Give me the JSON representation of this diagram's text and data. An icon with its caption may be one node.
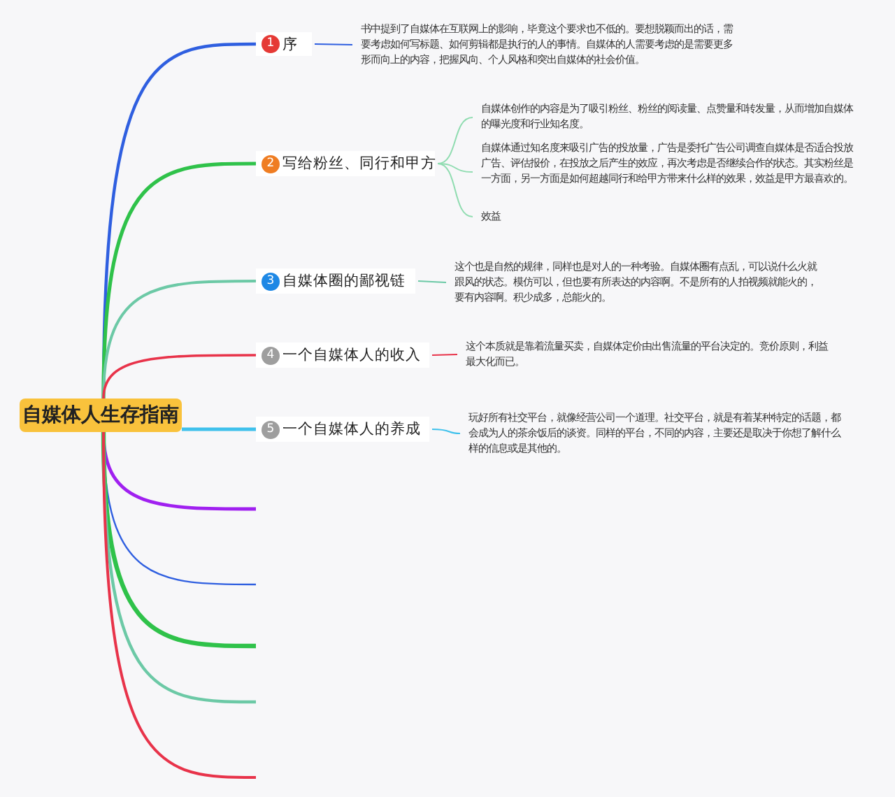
{
  "diagram": {
    "nodes": [
      {
        "text": [
          "自媒体人生存指南"
        ]
      },
      {
        "text": [
          "1",
          "序"
        ]
      },
      {
        "text": [
          "2",
          "写给粉丝、同行和甲方"
        ]
      },
      {
        "text": [
          "3",
          "自媒体圈的鄙视链"
        ]
      },
      {
        "text": [
          "4",
          "一个自媒体人的收入"
        ]
      },
      {
        "text": [
          "5",
          "一个自媒体人的养成"
        ]
      },
      {
        "text": [
          "书中提到了自媒体在互联网上的影响，毕竟这个要求也不低的。要想脱颖而出的话，需要考虑如何写标题、如何剪辑都是执行的人的事情。自媒体的人需要考虑的是需要更多形而向上的内容，把握风向、个人风格和突出自媒体的社会价值。"
        ]
      },
      {
        "text": [
          "自媒体创作的内容是为了吸引粉丝、粉丝的阅读量、点赞量和转发量，从而增加自媒体的曝光度和行业知名度。"
        ]
      },
      {
        "text": [
          "自媒体通过知名度来吸引广告的投放量，广告是委托广告公司调查自媒体是否适合投放广告、评估报价，在投放之后产生的效应，再次考虑是否继续合作的状态。其实粉丝是一方面，另一方面是如何超越同行和给甲方带来什么样的效果，效益是甲方最喜欢的。"
        ]
      },
      {
        "text": [
          "效益"
        ]
      },
      {
        "text": [
          "这个也是自然的规律，同样也是对人的一种考验。自媒体圈有点乱，可以说什么火就跟风的状态。模仿可以，但也要有所表达的内容啊。不是所有的人拍视频就能火的，要有内容啊。积少成多，总能火的。"
        ]
      },
      {
        "text": [
          "这个本质就是靠着流量买卖，自媒体定价由出售流量的平台决定的。竞价原则，利益最大化而已。"
        ]
      },
      {
        "text": [
          "玩好所有社交平台，就像经营公司一个道理。社交平台，就是有着某种特定的话题，都会成为人的茶余饭后的谈资。同样的平台，不同的内容，主要还是取决于你想了解什么样的信息或是其他的。"
        ]
      }
    ],
    "edges": [
      {
        "from": 0,
        "to": 1,
        "arrow": "none",
        "color": "#2f5fe0"
      },
      {
        "from": 0,
        "to": 2,
        "arrow": "none",
        "color": "#2fc24a"
      },
      {
        "from": 0,
        "to": 3,
        "arrow": "none",
        "color": "#6cc9a6"
      },
      {
        "from": 0,
        "to": 4,
        "arrow": "none",
        "color": "#e8334a"
      },
      {
        "from": 0,
        "to": 5,
        "arrow": "none",
        "color": "#3fc1ec"
      },
      {
        "from": 1,
        "to": 6,
        "arrow": "none",
        "color": "#2f5fe0"
      },
      {
        "from": 2,
        "to": 7,
        "arrow": "none",
        "color": "#8fdcb0"
      },
      {
        "from": 2,
        "to": 8,
        "arrow": "none",
        "color": "#8fdcb0"
      },
      {
        "from": 2,
        "to": 9,
        "arrow": "none",
        "color": "#8fdcb0"
      },
      {
        "from": 3,
        "to": 10,
        "arrow": "none",
        "color": "#6cc9a6"
      },
      {
        "from": 4,
        "to": 11,
        "arrow": "none",
        "color": "#e8334a"
      },
      {
        "from": 5,
        "to": 12,
        "arrow": "none",
        "color": "#3fc1ec"
      },
      {
        "from": 0,
        "to": null,
        "arrow": "none",
        "color": "#a020f0"
      },
      {
        "from": 0,
        "to": null,
        "arrow": "none",
        "color": "#2f5fe0"
      },
      {
        "from": 0,
        "to": null,
        "arrow": "none",
        "color": "#2fc24a"
      },
      {
        "from": 0,
        "to": null,
        "arrow": "none",
        "color": "#6cc9a6"
      },
      {
        "from": 0,
        "to": null,
        "arrow": "none",
        "color": "#e8334a"
      }
    ]
  }
}
